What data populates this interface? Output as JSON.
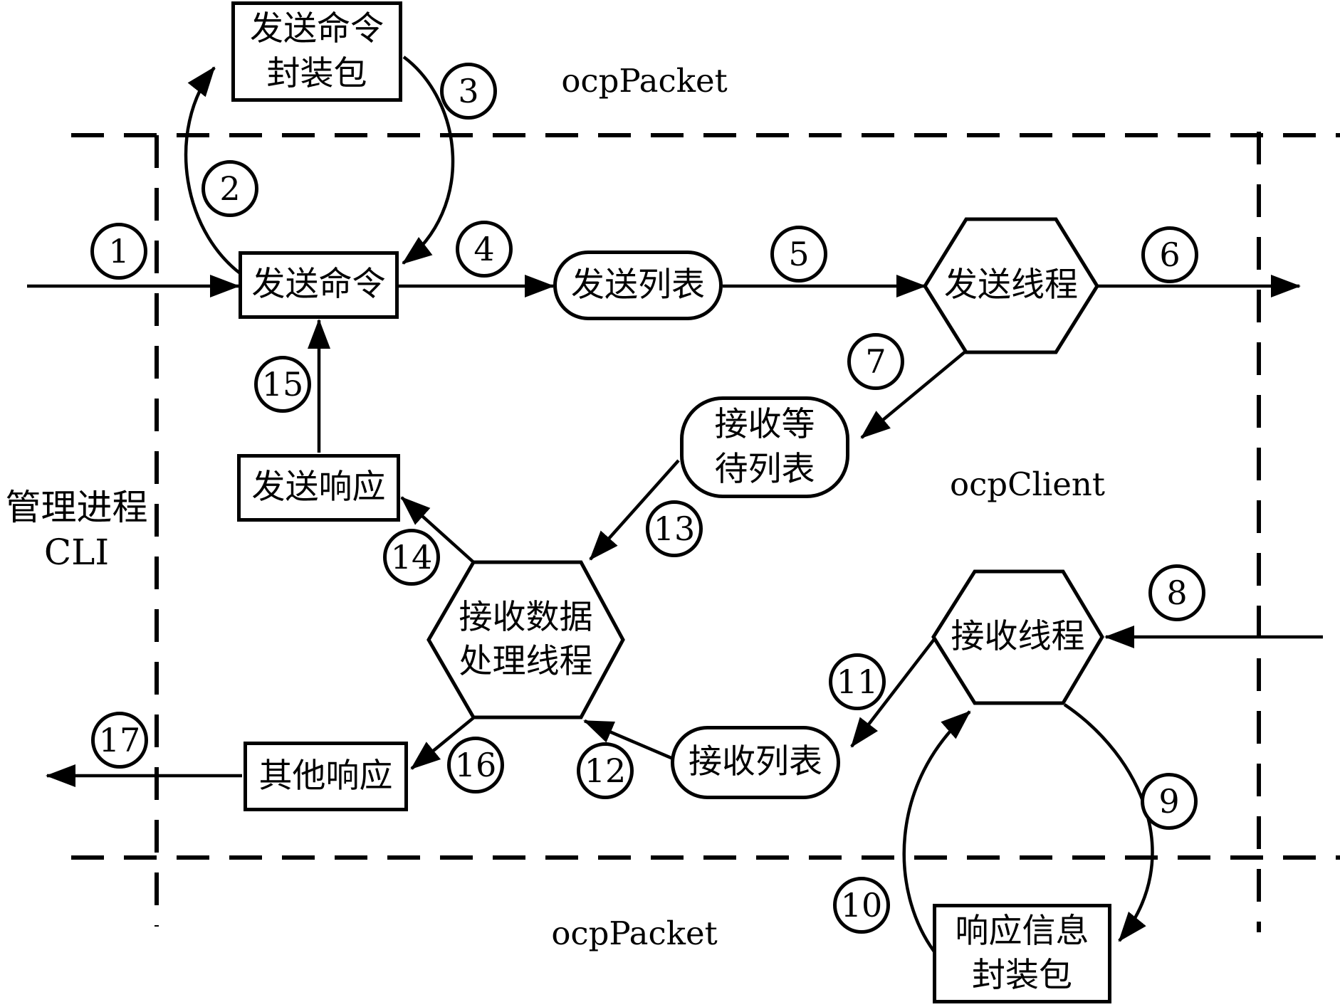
{
  "diagram_title": "OCP client send/receive thread flow diagram",
  "regions": {
    "manager": {
      "line1": "管理进程",
      "line2": "CLI"
    },
    "ocp_packet_top": "ocpPacket",
    "ocp_client": "ocpClient",
    "ocp_packet_bottom": "ocpPacket"
  },
  "nodes": {
    "send_cmd_packet": {
      "line1": "发送命令",
      "line2": "封装包"
    },
    "send_cmd": {
      "label": "发送命令"
    },
    "send_list": {
      "label": "发送列表"
    },
    "send_thread": {
      "label": "发送线程"
    },
    "recv_wait_list": {
      "line1": "接收等",
      "line2": "待列表"
    },
    "send_response": {
      "label": "发送响应"
    },
    "recv_data_thread": {
      "line1": "接收数据",
      "line2": "处理线程"
    },
    "recv_thread": {
      "label": "接收线程"
    },
    "recv_list": {
      "label": "接收列表"
    },
    "other_response": {
      "label": "其他响应"
    },
    "response_info_packet": {
      "line1": "响应信息",
      "line2": "封装包"
    }
  },
  "step_badges": [
    "1",
    "2",
    "3",
    "4",
    "5",
    "6",
    "7",
    "8",
    "9",
    "10",
    "11",
    "12",
    "13",
    "14",
    "15",
    "16",
    "17"
  ],
  "colors": {
    "ink": "#000000",
    "background": "#ffffff"
  }
}
